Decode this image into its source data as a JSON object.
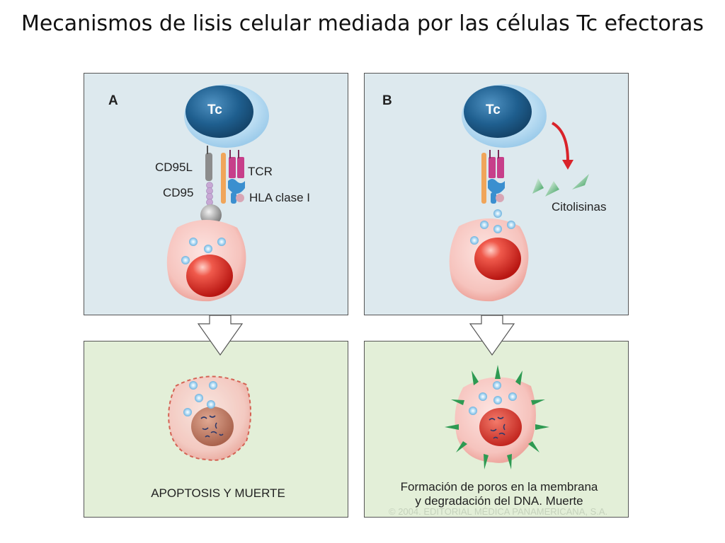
{
  "title": "Mecanismos de lisis celular mediada por las células Tc efectoras",
  "panel_a": {
    "letter": "A",
    "tc_label": "Tc",
    "cd95l_label": "CD95L",
    "cd95_label": "CD95",
    "tcr_label": "TCR",
    "hla_label": "HLA clase I",
    "caption": "APOPTOSIS Y MUERTE"
  },
  "panel_b": {
    "letter": "B",
    "tc_label": "Tc",
    "citolisinas_label": "Citolisinas",
    "caption_line1": "Formación de poros en la membrana",
    "caption_line2": "y degradación del DNA. Muerte"
  },
  "copyright": "© 2004. EDITORIAL MÉDICA PANAMERICANA, S.A.",
  "colors": {
    "top_panel_bg": "#dde9ee",
    "bottom_panel_bg": "#e3efd8",
    "tc_cell_dark": "#1f5f8f",
    "nucleus_red": "#d62a22",
    "granule_blue": "#8fc7e8",
    "citolisina_green": "#2e9a52",
    "arrow_red": "#d9232a"
  }
}
